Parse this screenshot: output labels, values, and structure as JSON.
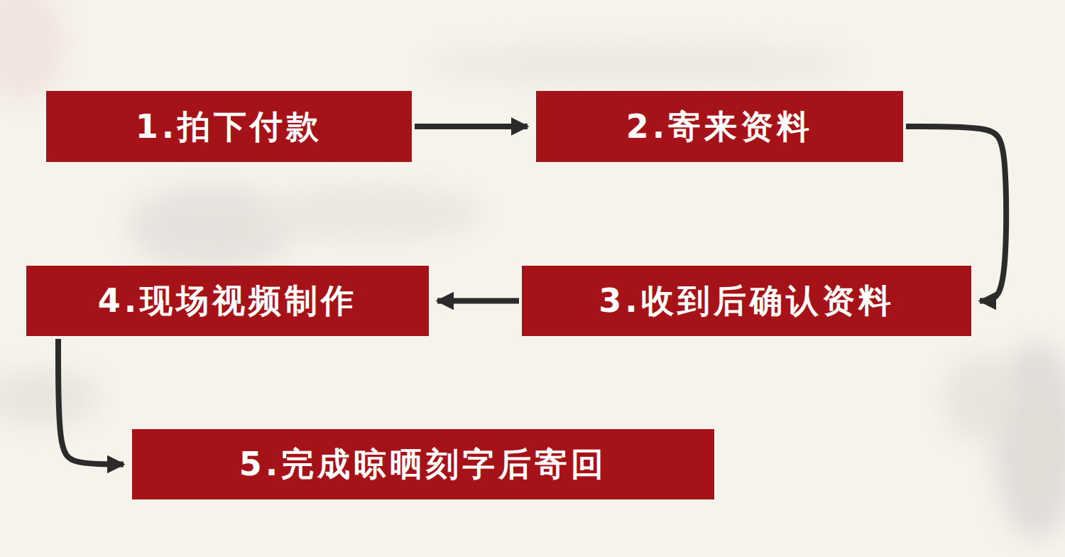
{
  "diagram": {
    "nodes": [
      {
        "text": [
          "1.拍下付款"
        ]
      },
      {
        "text": [
          "2.寄来资料"
        ]
      },
      {
        "text": [
          "3.收到后确认资料"
        ]
      },
      {
        "text": [
          "4.现场视频制作"
        ]
      },
      {
        "text": [
          "5.完成晾晒刻字后寄回"
        ]
      }
    ],
    "edges": [
      {
        "from": 0,
        "to": 1,
        "arrow": "to"
      },
      {
        "from": 1,
        "to": 2,
        "arrow": "to"
      },
      {
        "from": 2,
        "to": 3,
        "arrow": "to"
      },
      {
        "from": 3,
        "to": 4,
        "arrow": "to"
      }
    ]
  }
}
